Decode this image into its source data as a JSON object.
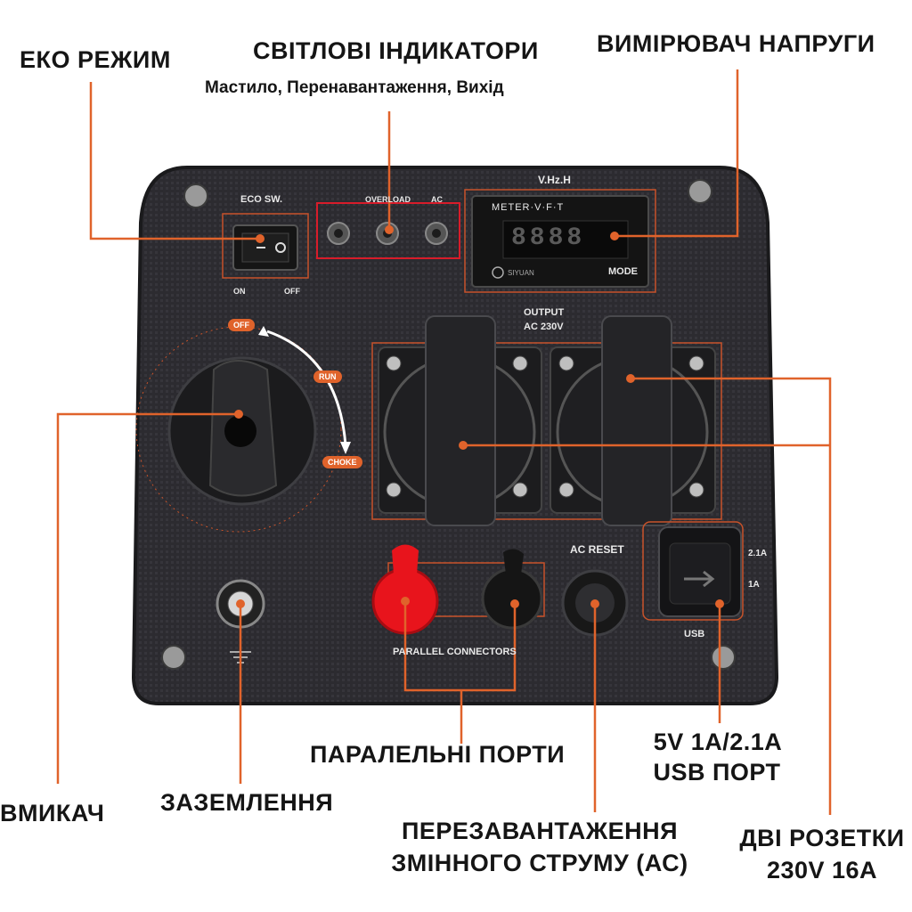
{
  "callouts": {
    "eco": "ЕКО РЕЖИМ",
    "lights_title": "СВІТЛОВІ ІНДИКАТОРИ",
    "lights_sub": "Мастило, Перенавантаження, Вихід",
    "voltmeter": "ВИМІРЮВАЧ НАПРУГИ",
    "switch": "ВМИКАЧ",
    "ground": "ЗАЗЕМЛЕННЯ",
    "parallel": "ПАРАЛЕЛЬНІ ПОРТИ",
    "usb_line1": "5V 1A/2.1A",
    "usb_line2": "USB ПОРТ",
    "reset_line1": "ПЕРЕЗАВАНТАЖЕННЯ",
    "reset_line2": "ЗМІННОГО СТРУМУ (АС)",
    "sockets_line1": "ДВІ РОЗЕТКИ",
    "sockets_line2": "230V 16A"
  },
  "panel": {
    "eco_sw": "ECO SW.",
    "on": "ON",
    "off": "OFF",
    "overload": "OVERLOAD",
    "ac": "AC",
    "vhzh": "V.Hz.H",
    "meter": "METER·V·F·T",
    "meter_display": "8888",
    "mode": "MODE",
    "brand": "SIYUAN",
    "output_1": "OUTPUT",
    "output_2": "AC 230V",
    "knob_off": "OFF",
    "knob_run": "RUN",
    "knob_choke": "CHOKE",
    "ac_reset": "AC RESET",
    "parallel_connectors": "PARALLEL CONNECTORS",
    "usb": "USB",
    "usb_2_1a": "2.1A",
    "usb_1a": "1A"
  },
  "colors": {
    "panel": "#2b2a2e",
    "accent": "#e0632b",
    "red_plug": "#e8141c"
  }
}
